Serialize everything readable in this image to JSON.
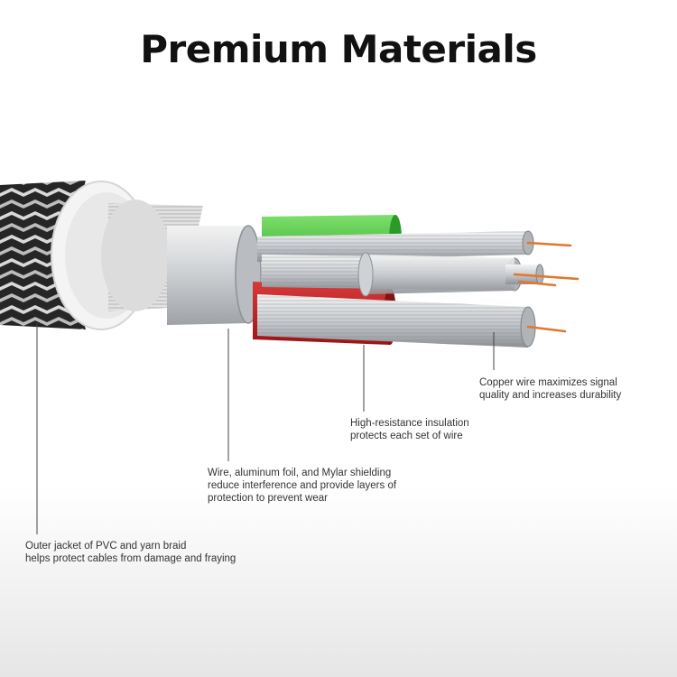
{
  "title": "Premium Materials",
  "callouts": {
    "copper": [
      "Copper wire maximizes signal",
      "quality and increases durability"
    ],
    "insulation": [
      "High-resistance insulation",
      "protects each set of wire"
    ],
    "shielding": [
      "Wire, aluminum foil, and Mylar shielding",
      "reduce interference and provide layers of",
      "protection to prevent wear"
    ],
    "jacket": [
      "Outer jacket of PVC and yarn braid",
      "helps protect cables from damage and fraying"
    ]
  },
  "colors": {
    "green_insulation": "#3fc43a",
    "red_insulation": "#c21f24",
    "copper": "#e0782f",
    "braid_dark": "#2a2a2a",
    "braid_light": "#d8d8d8",
    "silver": "#c8ccd0"
  }
}
